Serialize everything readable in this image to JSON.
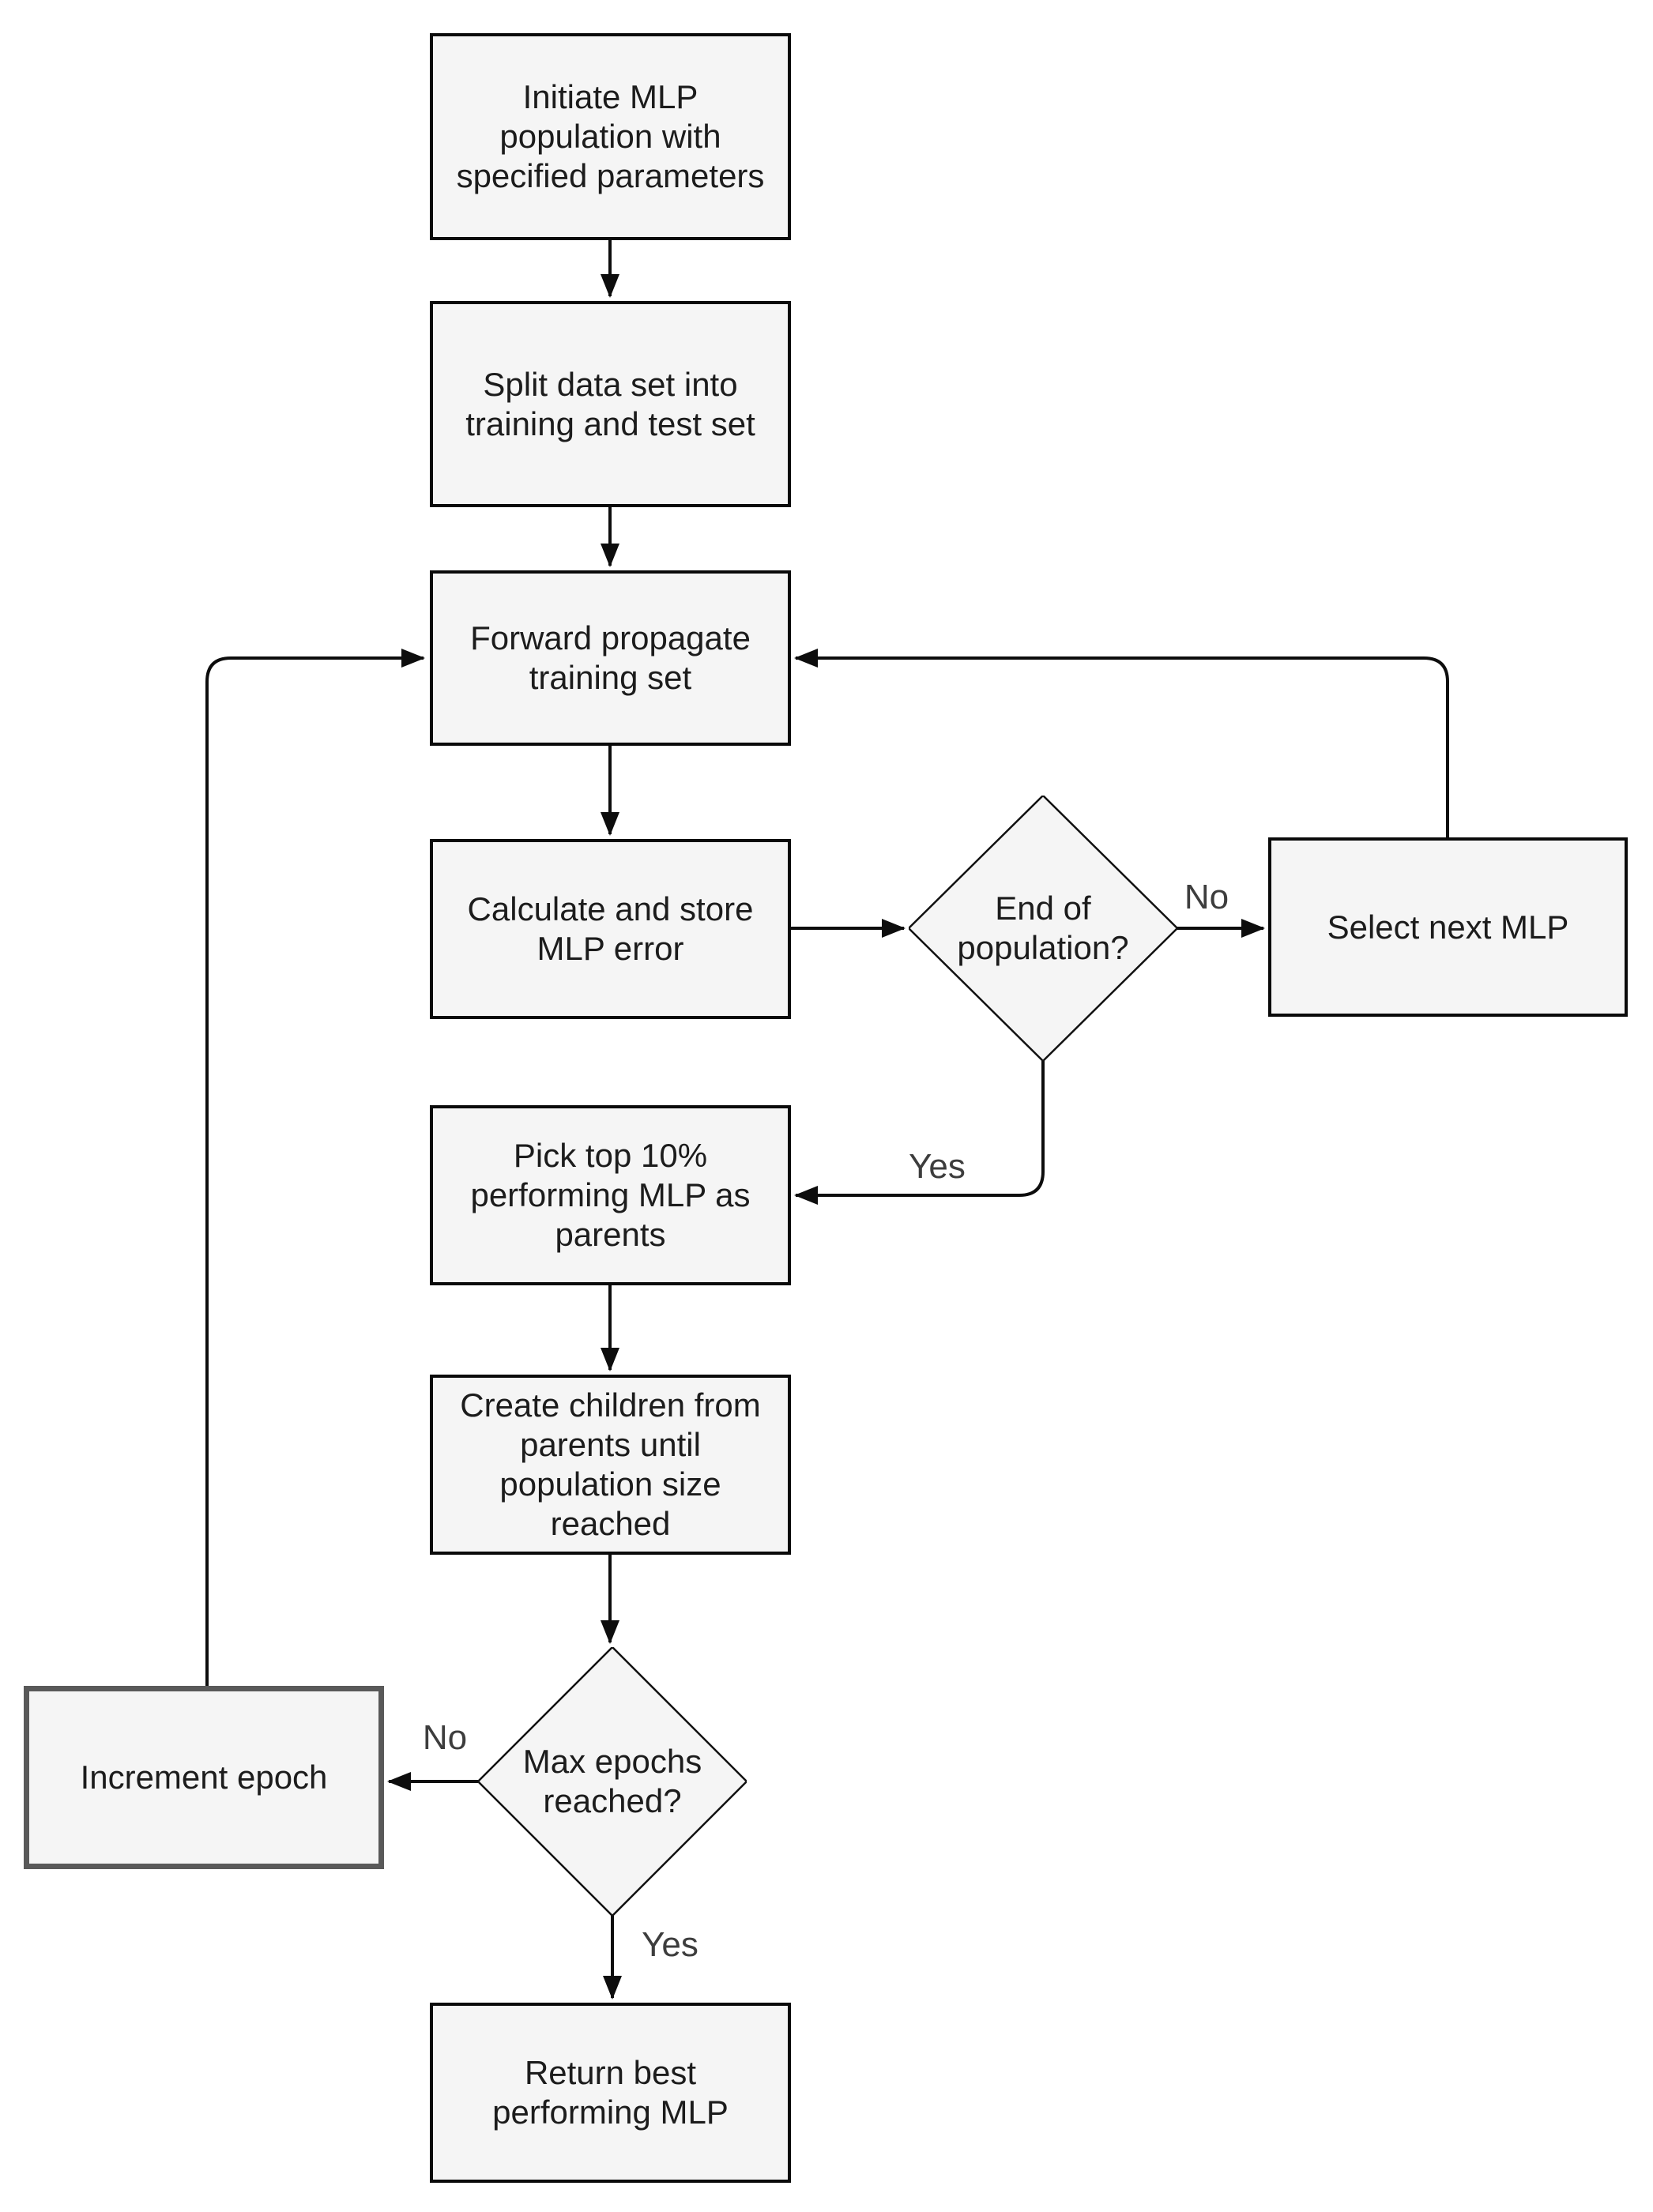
{
  "diagram": {
    "type": "flowchart",
    "background": "#ffffff",
    "node_fill": "#f5f5f5",
    "node_border": "#0a0a0a",
    "nodes": {
      "initiate": {
        "type": "process",
        "label": "Initiate MLP population with specified parameters",
        "lines": [
          "Initiate MLP",
          "population with",
          "specified parameters"
        ]
      },
      "split": {
        "type": "process",
        "label": "Split data set into training and test set",
        "lines": [
          "Split data set into",
          "training and test set"
        ]
      },
      "forward": {
        "type": "process",
        "label": "Forward propagate training set",
        "lines": [
          "Forward propagate",
          "training set"
        ]
      },
      "calculate": {
        "type": "process",
        "label": "Calculate and store MLP error",
        "lines": [
          "Calculate and store",
          "MLP error"
        ]
      },
      "end_of_population": {
        "type": "decision",
        "label": "End of population?",
        "lines": [
          "End of",
          "population?"
        ]
      },
      "select_next": {
        "type": "process",
        "label": "Select next MLP"
      },
      "pick_top": {
        "type": "process",
        "label": "Pick top 10% performing MLP as parents",
        "lines": [
          "Pick top 10%",
          "performing MLP as",
          "parents"
        ]
      },
      "create_children": {
        "type": "process",
        "label": "Create children from parents until population size reached",
        "lines": [
          "Create children from",
          "parents until",
          "population size",
          "reached"
        ]
      },
      "max_epochs": {
        "type": "decision",
        "label": "Max epochs reached?",
        "lines": [
          "Max epochs",
          "reached?"
        ]
      },
      "increment_epoch": {
        "type": "process",
        "label": "Increment epoch"
      },
      "return_best": {
        "type": "process",
        "label": "Return best performing MLP",
        "lines": [
          "Return best",
          "performing MLP"
        ]
      }
    },
    "edges": {
      "end_no": {
        "label": "No",
        "from": "end_of_population",
        "to": "select_next"
      },
      "end_yes": {
        "label": "Yes",
        "from": "end_of_population",
        "to": "pick_top"
      },
      "epoch_no": {
        "label": "No",
        "from": "max_epochs",
        "to": "increment_epoch"
      },
      "epoch_yes": {
        "label": "Yes",
        "from": "max_epochs",
        "to": "return_best"
      }
    }
  }
}
